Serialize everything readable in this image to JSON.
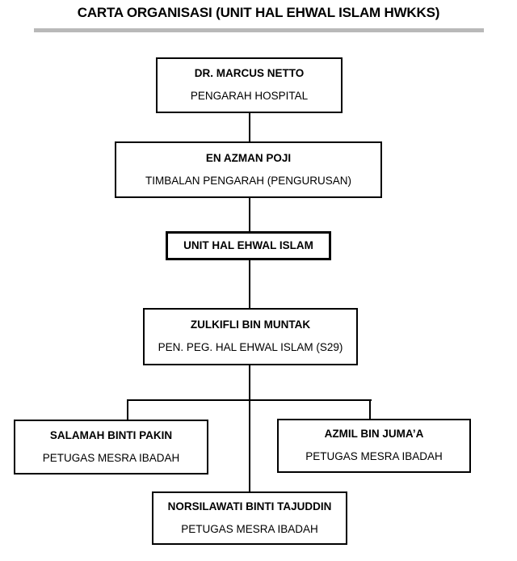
{
  "title": "CARTA ORGANISASI (UNIT HAL EHWAL ISLAM HWKKS)",
  "colors": {
    "background": "#ffffff",
    "text": "#000000",
    "border": "#000000",
    "connector": "#000000",
    "rule": "#b9b9b9"
  },
  "org_chart": {
    "nodes": {
      "director": {
        "name": "DR. MARCUS NETTO",
        "role": "PENGARAH HOSPITAL"
      },
      "deputy_director": {
        "name": "EN AZMAN POJI",
        "role": "TIMBALAN PENGARAH (PENGURUSAN)"
      },
      "unit": {
        "name": "UNIT HAL EHWAL ISLAM"
      },
      "officer": {
        "name": "ZULKIFLI BIN MUNTAK",
        "role": "PEN. PEG. HAL EHWAL ISLAM (S29)"
      },
      "staff_left": {
        "name": "SALAMAH BINTI PAKIN",
        "role": "PETUGAS MESRA IBADAH"
      },
      "staff_right": {
        "name": "AZMIL BIN JUMA’A",
        "role": "PETUGAS MESRA IBADAH"
      },
      "staff_center": {
        "name": "NORSILAWATI BINTI TAJUDDIN",
        "role": "PETUGAS MESRA IBADAH"
      }
    }
  }
}
